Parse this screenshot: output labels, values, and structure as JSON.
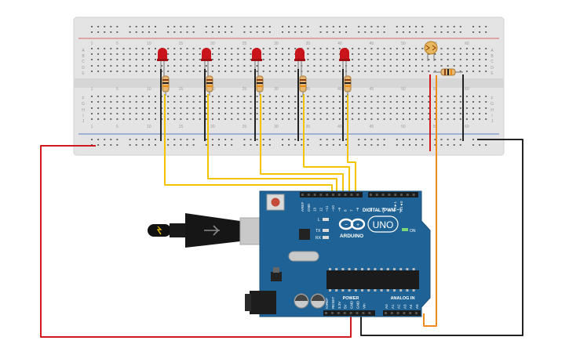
{
  "breadboard": {
    "row_letters_top": [
      "A",
      "B",
      "C",
      "D",
      "E"
    ],
    "row_letters_bottom": [
      "F",
      "G",
      "H",
      "I",
      "J"
    ],
    "column_numbers": [
      "1",
      "5",
      "10",
      "15",
      "20",
      "25",
      "30",
      "35",
      "40",
      "45",
      "50",
      "55",
      "60"
    ]
  },
  "arduino": {
    "brand": "ARDUINO",
    "model": "UNO",
    "on_label": "ON",
    "l_label": "L",
    "tx_label": "TX",
    "rx_label": "RX",
    "digital_label": "DIGITAL (PWM ~)",
    "power_label": "POWER",
    "analog_label": "ANALOG IN",
    "top_pins": [
      "AREF",
      "GND",
      "13",
      "12",
      "~11",
      "~10",
      "~9",
      "8",
      "7",
      "~6",
      "~5",
      "4",
      "~3",
      "2",
      "TX►1",
      "RX◄0"
    ],
    "power_pins": [
      "IOREF",
      "RESET",
      "3.3V",
      "5V",
      "GND",
      "GND",
      "Vin"
    ],
    "analog_pins": [
      "A0",
      "A1",
      "A2",
      "A3",
      "A4",
      "A5"
    ]
  },
  "colors": {
    "board_blue": "#1f6396",
    "breadboard": "#e4e4e4",
    "signal_wire": "#f2c400",
    "power_wire": "#d0191c",
    "ground_wire": "#222222",
    "sensor_wire": "#f08a1c",
    "led": "#c8141a"
  },
  "icons": [
    "usb-cable-icon",
    "ldr-photoresistor-icon",
    "led-icon",
    "resistor-icon"
  ]
}
